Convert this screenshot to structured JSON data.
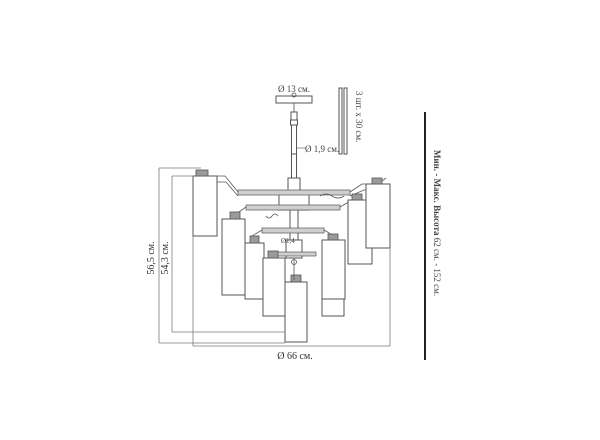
{
  "labels": {
    "canopy_diameter": "Ø 13 см.",
    "rod_diameter": "Ø 1,9 см.",
    "small_diameter": "Ø1,4",
    "rods_note": "3 шт. х 30 см.",
    "height_outer": "56,5 см.",
    "height_inner": "54,3 см.",
    "total_width": "Ø 66 см.",
    "height_range_bold": "Мин. - Макс. Высота",
    "height_range_value": " 62 см. - 152 см."
  }
}
